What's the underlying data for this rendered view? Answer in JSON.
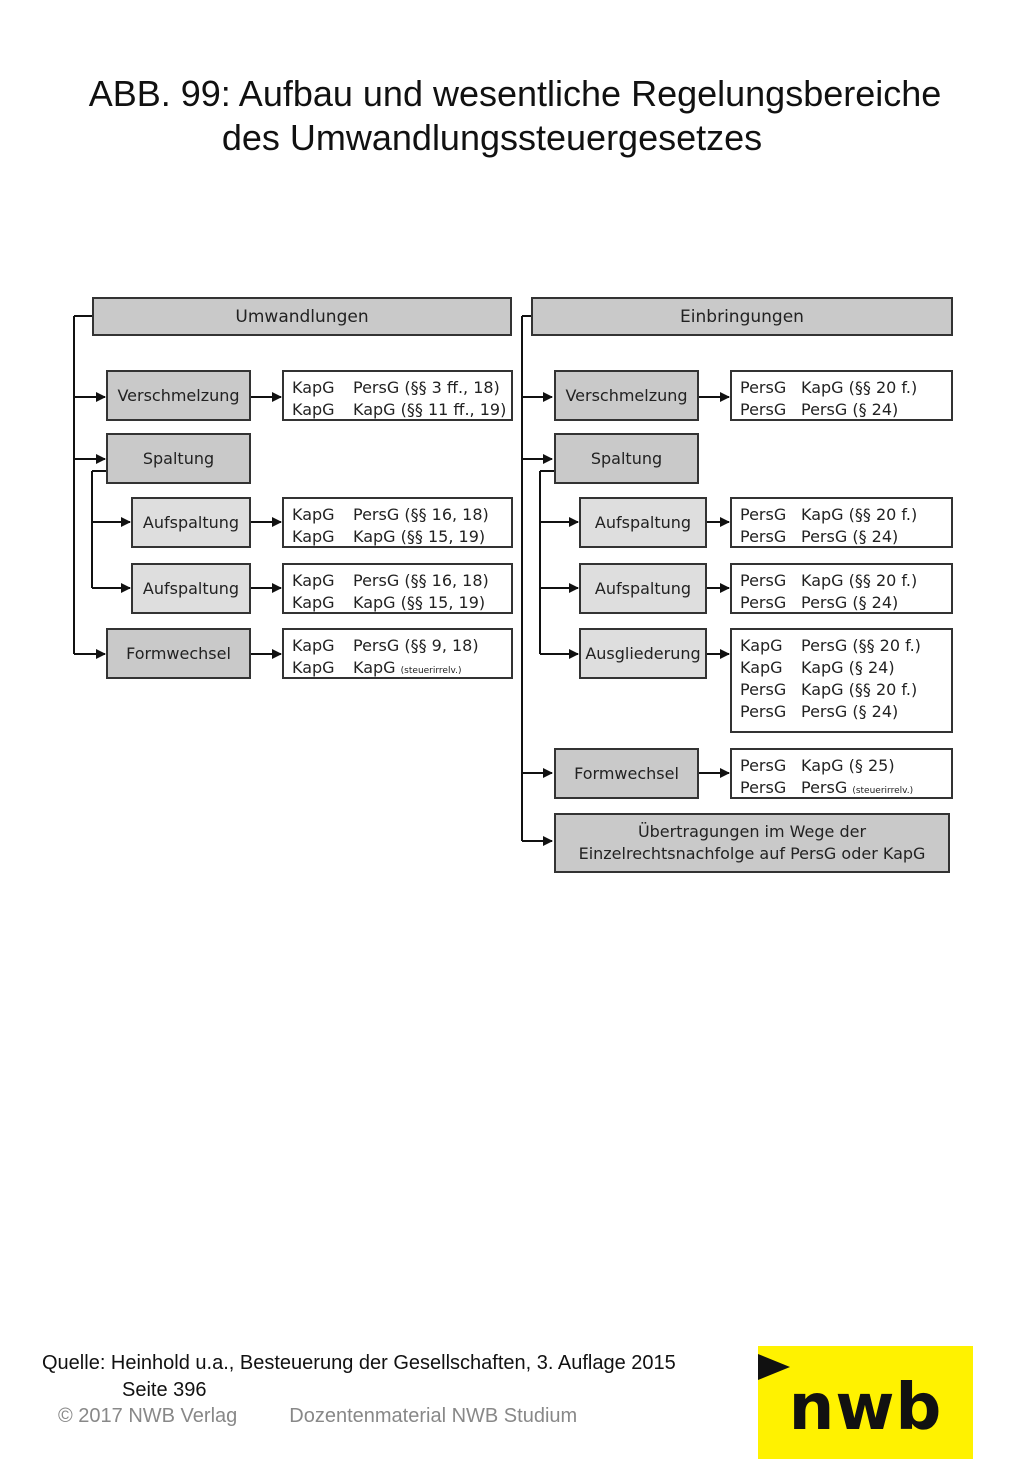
{
  "title": {
    "line1": "ABB. 99: Aufbau und wesentliche Regelungsbereiche",
    "line2": "des Umwandlungssteuergesetzes"
  },
  "left": {
    "header": "Umwandlungen",
    "verschmelzung": {
      "label": "Verschmelzung",
      "rows": [
        [
          "KapG",
          "PersG (§§ 3 ff., 18)"
        ],
        [
          "KapG",
          "KapG (§§ 11 ff., 19)"
        ]
      ]
    },
    "spaltung": {
      "label": "Spaltung"
    },
    "aufspaltung1": {
      "label": "Aufspaltung",
      "rows": [
        [
          "KapG",
          "PersG (§§ 16, 18)"
        ],
        [
          "KapG",
          "KapG (§§ 15, 19)"
        ]
      ]
    },
    "aufspaltung2": {
      "label": "Aufspaltung",
      "rows": [
        [
          "KapG",
          "PersG (§§ 16, 18)"
        ],
        [
          "KapG",
          "KapG (§§ 15, 19)"
        ]
      ]
    },
    "formwechsel": {
      "label": "Formwechsel",
      "rows": [
        [
          "KapG",
          "PersG (§§ 9, 18)"
        ],
        [
          "KapG",
          "KapG"
        ]
      ],
      "note": "(steuerirrelv.)"
    }
  },
  "right": {
    "header": "Einbringungen",
    "verschmelzung": {
      "label": "Verschmelzung",
      "rows": [
        [
          "PersG",
          "KapG (§§ 20 f.)"
        ],
        [
          "PersG",
          "PersG (§ 24)"
        ]
      ]
    },
    "spaltung": {
      "label": "Spaltung"
    },
    "aufspaltung1": {
      "label": "Aufspaltung",
      "rows": [
        [
          "PersG",
          "KapG (§§ 20 f.)"
        ],
        [
          "PersG",
          "PersG (§ 24)"
        ]
      ]
    },
    "aufspaltung2": {
      "label": "Aufspaltung",
      "rows": [
        [
          "PersG",
          "KapG (§§ 20 f.)"
        ],
        [
          "PersG",
          "PersG (§ 24)"
        ]
      ]
    },
    "ausgliederung": {
      "label": "Ausgliederung",
      "rows": [
        [
          "KapG",
          "PersG (§§ 20 f.)"
        ],
        [
          "KapG",
          "KapG (§ 24)"
        ],
        [
          "PersG",
          "KapG (§§ 20 f.)"
        ],
        [
          "PersG",
          "PersG (§ 24)"
        ]
      ]
    },
    "formwechsel": {
      "label": "Formwechsel",
      "rows": [
        [
          "PersG",
          "KapG (§ 25)"
        ],
        [
          "PersG",
          "PersG"
        ]
      ],
      "note": "(steuerirrelv.)"
    },
    "uebertragungen": {
      "line1": "Übertragungen im Wege der",
      "line2": "Einzelrechtsnachfolge auf PersG oder KapG"
    }
  },
  "source": {
    "line1": "Quelle: Heinhold u.a., Besteuerung der Gesellschaften, 3. Auflage 2015",
    "line2": "Seite 396"
  },
  "footer": {
    "copyright": "© 2017 NWB Verlag",
    "material": "Dozentenmaterial NWB Studium"
  },
  "logo": {
    "text": "nwb",
    "background": "#fff200"
  }
}
